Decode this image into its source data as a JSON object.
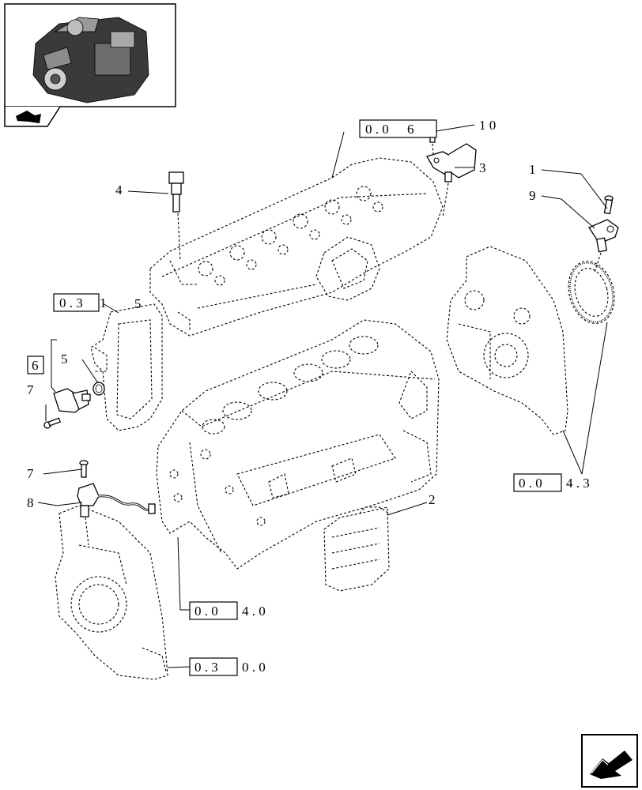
{
  "callouts": {
    "c1": "1",
    "c2": "2",
    "c3": "3",
    "c4": "4",
    "c5a": "5",
    "c5b": "5",
    "c6": "6",
    "c7a": "7",
    "c7b": "7",
    "c8": "8",
    "c9": "9",
    "c10": "1 0"
  },
  "references": {
    "r006": {
      "boxed": "0 . 0",
      "tail": "6"
    },
    "r031": {
      "boxed": "0 . 3",
      "tail": "1"
    },
    "r043": {
      "boxed": "0 . 0",
      "tail": "4 . 3"
    },
    "r040": {
      "boxed": "0 . 0",
      "tail": "4 . 0"
    },
    "r030": {
      "boxed": "0 . 3",
      "tail": "0 . 0"
    }
  },
  "icons": {
    "thumbnail": "engine-thumbnail-icon",
    "nav_back": "arrow-back-icon",
    "nav_next": "arrow-next-icon"
  }
}
